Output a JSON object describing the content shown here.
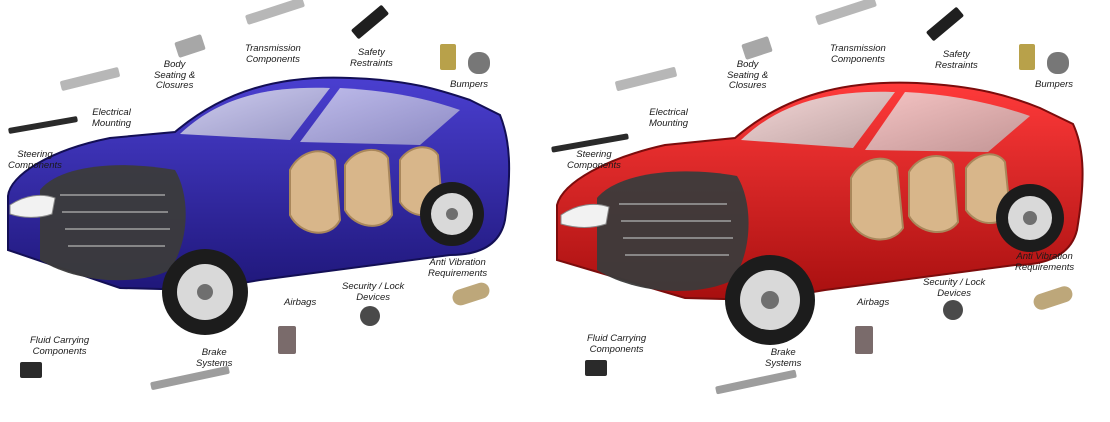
{
  "image": {
    "panels": [
      {
        "name": "blue-car",
        "car_color": "#2a1f8f",
        "labels": {
          "transmission": [
            "Transmission",
            "Components"
          ],
          "safety": [
            "Safety",
            "Restraints"
          ],
          "body": [
            "Body",
            "Seating &",
            "Closures"
          ],
          "bumpers": [
            "Bumpers"
          ],
          "electrical": [
            "Electrical",
            "Mounting"
          ],
          "steering": [
            "Steering",
            "Components"
          ],
          "anti_vibration": [
            "Anti Vibration",
            "Requirements"
          ],
          "security": [
            "Security / Lock",
            "Devices"
          ],
          "airbags": [
            "Airbags"
          ],
          "fluid": [
            "Fluid Carrying",
            "Components"
          ],
          "brake": [
            "Brake",
            "Systems"
          ]
        }
      },
      {
        "name": "red-car",
        "car_color": "#d21a1a",
        "labels": {
          "transmission": [
            "Transmission",
            "Components"
          ],
          "safety": [
            "Safety",
            "Restraints"
          ],
          "body": [
            "Body",
            "Seating &",
            "Closures"
          ],
          "bumpers": [
            "Bumpers"
          ],
          "electrical": [
            "Electrical",
            "Mounting"
          ],
          "steering": [
            "Steering",
            "Components"
          ],
          "anti_vibration": [
            "Anti Vibration",
            "Requirements"
          ],
          "security": [
            "Security / Lock",
            "Devices"
          ],
          "airbags": [
            "Airbags"
          ],
          "fluid": [
            "Fluid Carrying",
            "Components"
          ],
          "brake": [
            "Brake",
            "Systems"
          ]
        }
      }
    ]
  },
  "colors": {
    "metal": "#a7a7a7",
    "metal_dark": "#666666",
    "engine": "#3b3b3b",
    "interior": "#d8b68a",
    "tire": "#1c1c1c",
    "rim": "#d9d9d9",
    "text": "#1a1a1a"
  },
  "icons": [
    "car-cutaway-icon",
    "part-icon"
  ]
}
